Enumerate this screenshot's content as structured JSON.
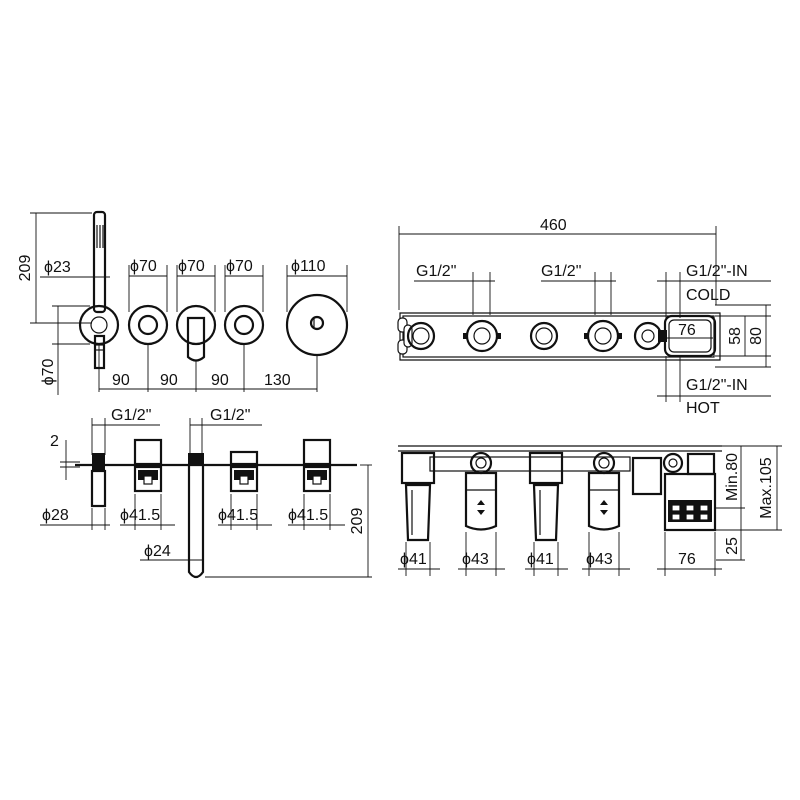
{
  "labels": {
    "front_height": "209",
    "handshower_dia": "ϕ23",
    "handshower_plate_dia": "ϕ70",
    "knob1_dia": "ϕ70",
    "knob2_dia": "ϕ70",
    "knob3_dia": "ϕ70",
    "plate_dia": "ϕ110",
    "spacing1": "90",
    "spacing2": "90",
    "spacing3": "90",
    "spacing4": "130",
    "side_gap": "2",
    "side_thread1": "G1/2\"",
    "side_thread2": "G1/2\"",
    "side_dia28": "ϕ28",
    "side_dia41_5_a": "ϕ41.5",
    "side_dia41_5_b": "ϕ41.5",
    "side_dia41_5_c": "ϕ41.5",
    "side_dia24": "ϕ24",
    "spout_length": "209",
    "body_width": "460",
    "body_thread1": "G1/2\"",
    "body_thread2": "G1/2\"",
    "inlet_cold": "G1/2\"-IN",
    "cold": "COLD",
    "inlet_hot": "G1/2\"-IN",
    "hot": "HOT",
    "inlet_width": "76",
    "dim58": "58",
    "dim80": "80",
    "body_side_dia41_a": "ϕ41",
    "body_side_dia43_a": "ϕ43",
    "body_side_dia41_b": "ϕ41",
    "body_side_dia43_b": "ϕ43",
    "body_side_width76": "76",
    "min80": "Min.80",
    "max105": "Max.105",
    "dim25": "25"
  }
}
